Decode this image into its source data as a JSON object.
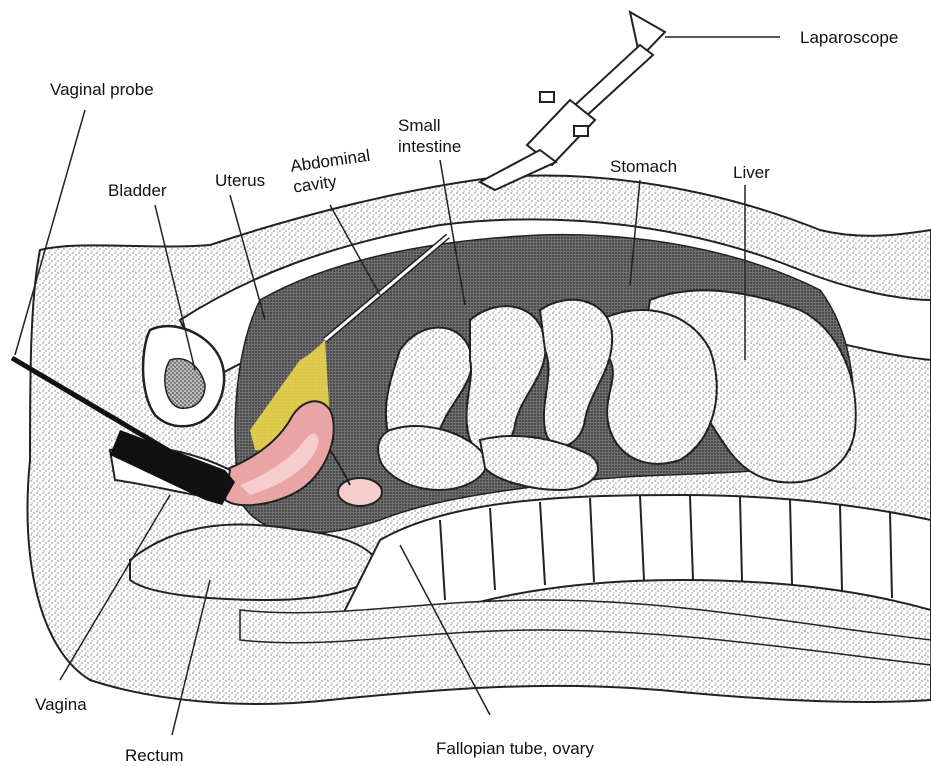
{
  "labels": {
    "laparoscope": "Laparoscope",
    "vaginal_probe": "Vaginal probe",
    "small_intestine": "Small\nintestine",
    "abdominal_cavity": "Abdominal\ncavity",
    "uterus": "Uterus",
    "bladder": "Bladder",
    "stomach": "Stomach",
    "liver": "Liver",
    "vagina": "Vagina",
    "rectum": "Rectum",
    "fallopian_tube_ovary": "Fallopian tube, ovary"
  },
  "colors": {
    "ultrasound_beam": "#f2dc4a",
    "uterus_wall": "#e9a4a4",
    "uterus_lining": "#f6cccc",
    "probe": "#111111",
    "stipple": "#3a3a3a"
  }
}
